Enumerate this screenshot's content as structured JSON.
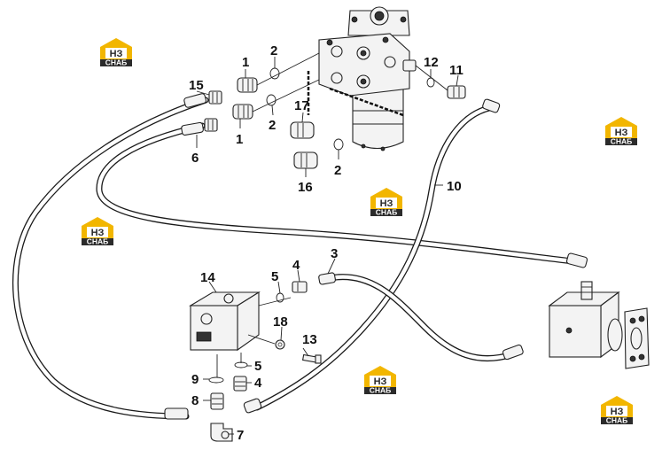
{
  "watermark": {
    "letters": "НЗ",
    "caption": "СНАБ",
    "color": "#f2b600"
  },
  "callouts": [
    {
      "id": "c15",
      "text": "15"
    },
    {
      "id": "c1a",
      "text": "1"
    },
    {
      "id": "c2a",
      "text": "2"
    },
    {
      "id": "c1b",
      "text": "1"
    },
    {
      "id": "c2b",
      "text": "2"
    },
    {
      "id": "c17",
      "text": "17"
    },
    {
      "id": "c6",
      "text": "6"
    },
    {
      "id": "c16",
      "text": "16"
    },
    {
      "id": "c2c",
      "text": "2"
    },
    {
      "id": "c12",
      "text": "12"
    },
    {
      "id": "c11",
      "text": "11"
    },
    {
      "id": "c10",
      "text": "10"
    },
    {
      "id": "c3",
      "text": "3"
    },
    {
      "id": "c4a",
      "text": "4"
    },
    {
      "id": "c5a",
      "text": "5"
    },
    {
      "id": "c14",
      "text": "14"
    },
    {
      "id": "c18",
      "text": "18"
    },
    {
      "id": "c13",
      "text": "13"
    },
    {
      "id": "c5b",
      "text": "5"
    },
    {
      "id": "c4b",
      "text": "4"
    },
    {
      "id": "c9",
      "text": "9"
    },
    {
      "id": "c8",
      "text": "8"
    },
    {
      "id": "c7",
      "text": "7"
    }
  ]
}
